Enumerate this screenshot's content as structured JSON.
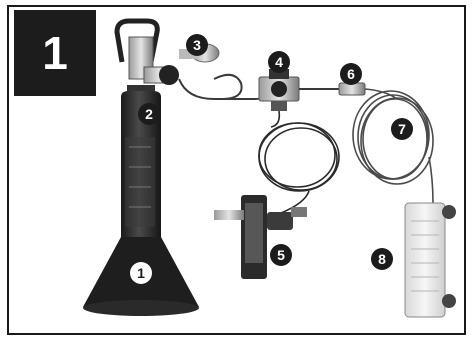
{
  "figure": {
    "step_number": "1",
    "callouts": [
      {
        "id": "cylinder",
        "label": "1",
        "style": "light"
      },
      {
        "id": "valve",
        "label": "2",
        "style": "dark"
      },
      {
        "id": "regulator",
        "label": "3",
        "style": "dark"
      },
      {
        "id": "solenoid",
        "label": "4",
        "style": "dark"
      },
      {
        "id": "timer",
        "label": "5",
        "style": "dark"
      },
      {
        "id": "connector",
        "label": "6",
        "style": "dark"
      },
      {
        "id": "tubing",
        "label": "7",
        "style": "dark"
      },
      {
        "id": "diffuser",
        "label": "8",
        "style": "dark"
      }
    ]
  },
  "colors": {
    "badge_background": "#1c1c1c",
    "badge_text": "#ffffff",
    "callout_dark": "#1c1c1c",
    "callout_light": "#ffffff",
    "metal_dark": "#2a2a2a",
    "metal_mid": "#6b6b6b"
  },
  "icons": [
    "co2-cylinder",
    "pressure-regulator",
    "solenoid-valve",
    "timer-plug",
    "bubble-counter"
  ]
}
